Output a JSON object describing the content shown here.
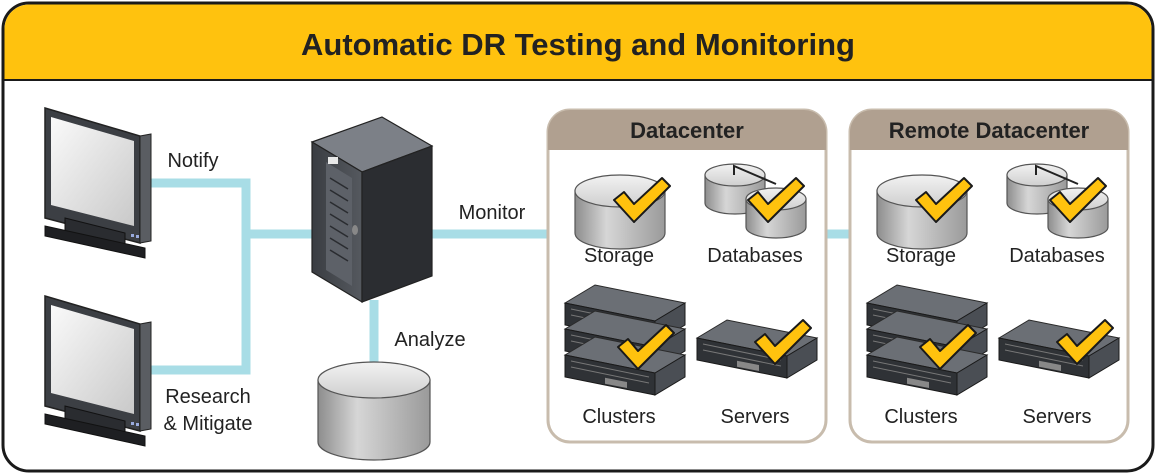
{
  "title": "Automatic DR Testing and Monitoring",
  "colors": {
    "banner": "#ffc20e",
    "frame": "#222222",
    "link": "#a8dde6",
    "panel_header": "#b0a090",
    "panel_border": "#c8bcad",
    "check": "#ffc20e"
  },
  "left": {
    "notify_label": "Notify",
    "research_label_1": "Research",
    "research_label_2": "& Mitigate",
    "monitor_label": "Monitor",
    "analyze_label": "Analyze"
  },
  "datacenter": {
    "title": "Datacenter",
    "storage": "Storage",
    "databases": "Databases",
    "clusters": "Clusters",
    "servers": "Servers"
  },
  "remote": {
    "title": "Remote Datacenter",
    "storage": "Storage",
    "databases": "Databases",
    "clusters": "Clusters",
    "servers": "Servers"
  },
  "icons": [
    "monitor-icon",
    "server-tower-icon",
    "storage-disk-icon",
    "database-icon",
    "cluster-icon",
    "rack-server-icon",
    "checkmark-icon"
  ]
}
